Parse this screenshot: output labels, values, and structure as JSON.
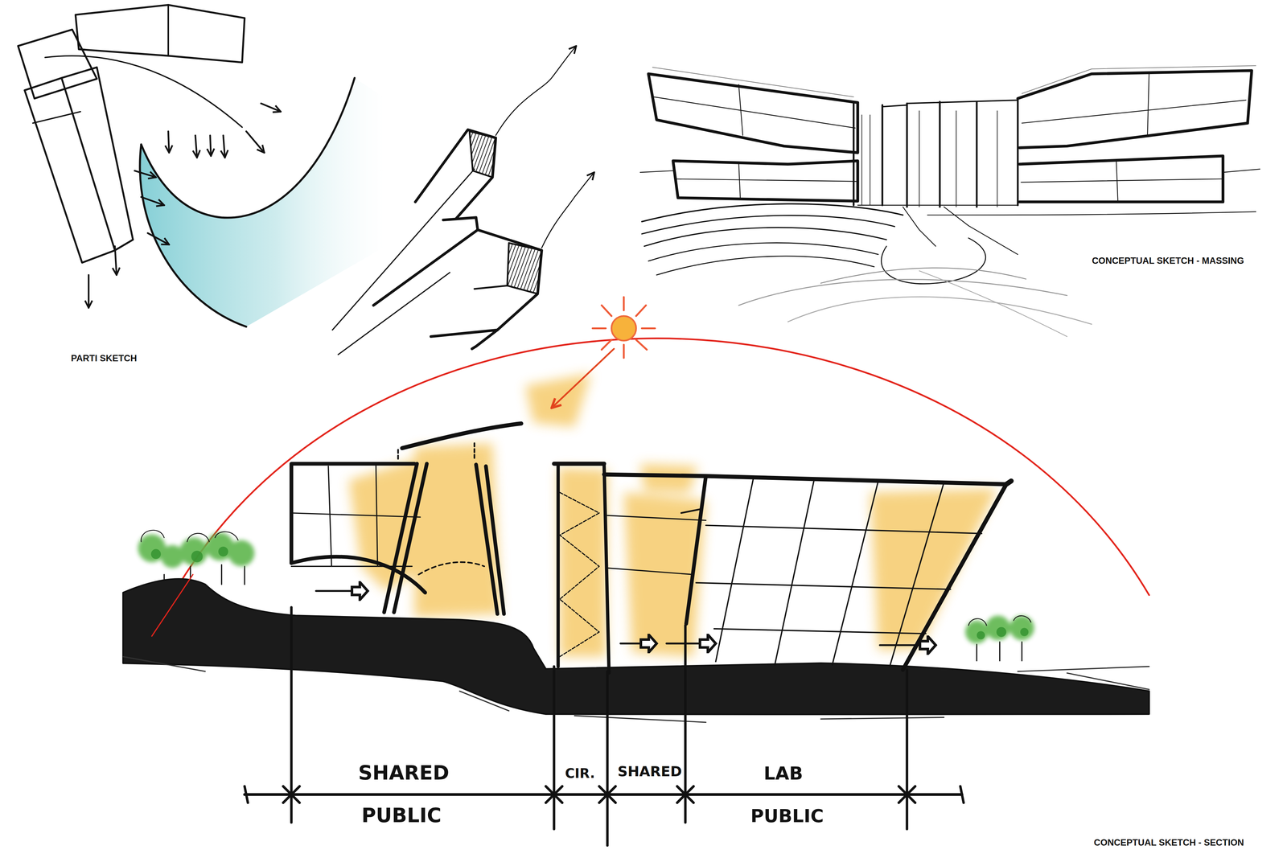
{
  "diagram": {
    "labels": [
      "PARTI SKETCH",
      "CONCEPTUAL SKETCH - MASSING",
      "SHARED",
      "CIR.",
      "SHARED",
      "LAB",
      "PUBLIC",
      "PUBLIC",
      "CONCEPTUAL SKETCH - SECTION"
    ]
  }
}
